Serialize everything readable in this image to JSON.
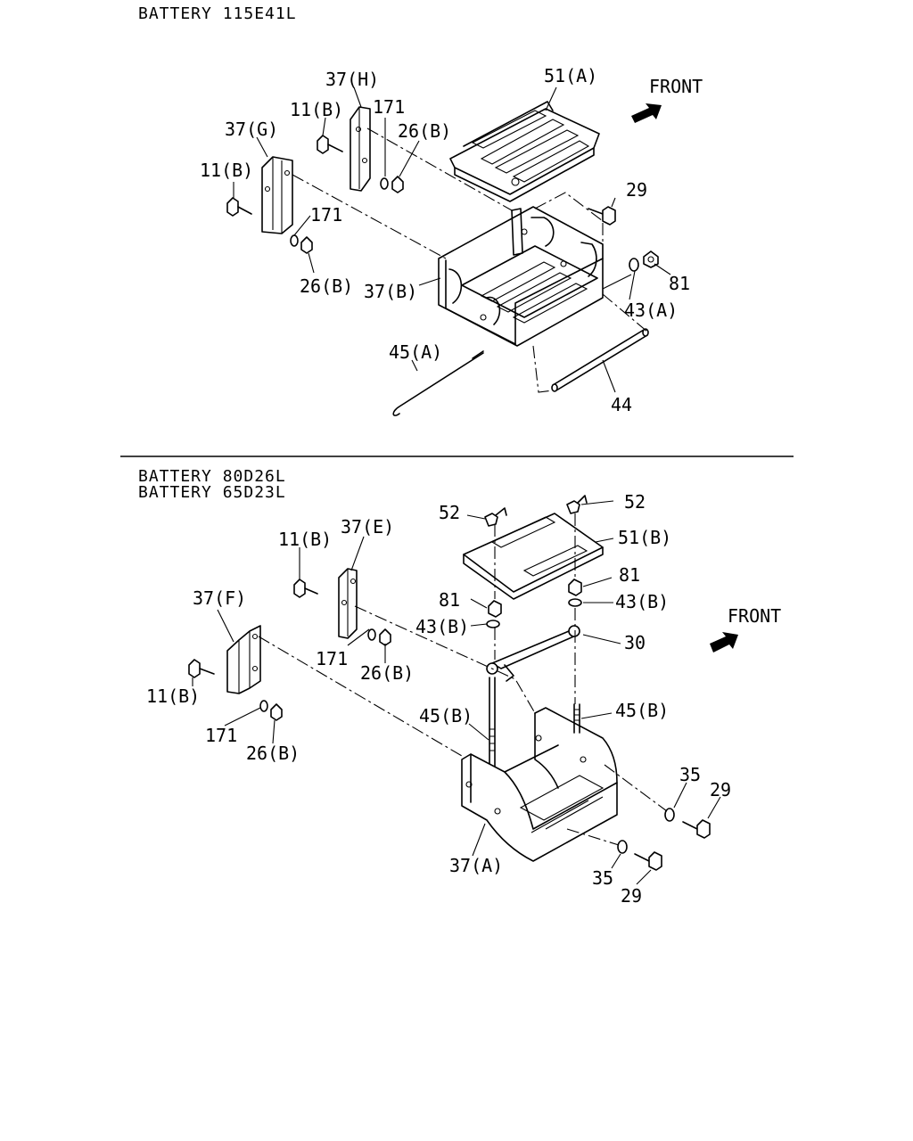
{
  "diagrams": [
    {
      "title": "BATTERY 115E41L",
      "front_label": "FRONT",
      "callouts": [
        "37(H)",
        "51(A)",
        "11(B)",
        "171",
        "26(B)",
        "37(G)",
        "11(B)",
        "29",
        "171",
        "81",
        "26(B)",
        "37(B)",
        "43(A)",
        "45(A)",
        "44"
      ]
    },
    {
      "titles": [
        "BATTERY 80D26L",
        "BATTERY 65D23L"
      ],
      "front_label": "FRONT",
      "callouts": [
        "52",
        "52",
        "51(B)",
        "11(B)",
        "37(E)",
        "81",
        "81",
        "43(B)",
        "43(B)",
        "37(F)",
        "30",
        "171",
        "26(B)",
        "11(B)",
        "45(B)",
        "45(B)",
        "171",
        "26(B)",
        "35",
        "29",
        "37(A)",
        "35",
        "29"
      ]
    }
  ]
}
